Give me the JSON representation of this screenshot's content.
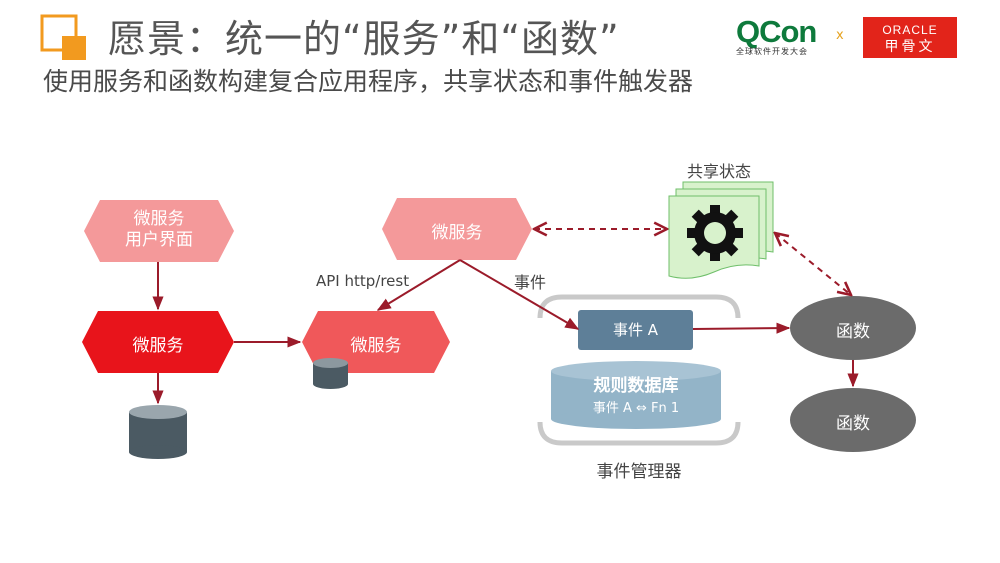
{
  "header": {
    "title": "愿景：统一的“服务”和“函数”",
    "subtitle": "使用服务和函数构建复合应用程序，共享状态和事件触发器"
  },
  "logos": {
    "qcon_text": "QCon",
    "qcon_tagline": "全球软件开发大会",
    "times": "x",
    "oracle_text": "ORACLE",
    "oracle_cn": "甲骨文"
  },
  "diagram": {
    "ui_service": {
      "line1": "微服务",
      "line2": "用户界面"
    },
    "service_left": "微服务",
    "service_mid": "微服务",
    "service_top": "微服务",
    "api_label": "API http/rest",
    "event_label": "事件",
    "shared_state_label": "共享状态",
    "event_a": "事件 A",
    "rules_db": {
      "title": "规则数据库",
      "rule": "事件 A ⇔ Fn 1"
    },
    "event_manager_label": "事件管理器",
    "function_1": "函数",
    "function_2": "函数"
  },
  "colors": {
    "accent_orange": "#f29a1f",
    "light_red": "#f4999a",
    "mid_red": "#f0585a",
    "red": "#e8141b",
    "db_slate": "#4b5a63",
    "event_box": "#5e7f98",
    "rules_db": "#93b4c8",
    "function_gray": "#6b6b6b",
    "arrow": "#9b1b2a",
    "shared_state_green": "#d8f2cc"
  }
}
